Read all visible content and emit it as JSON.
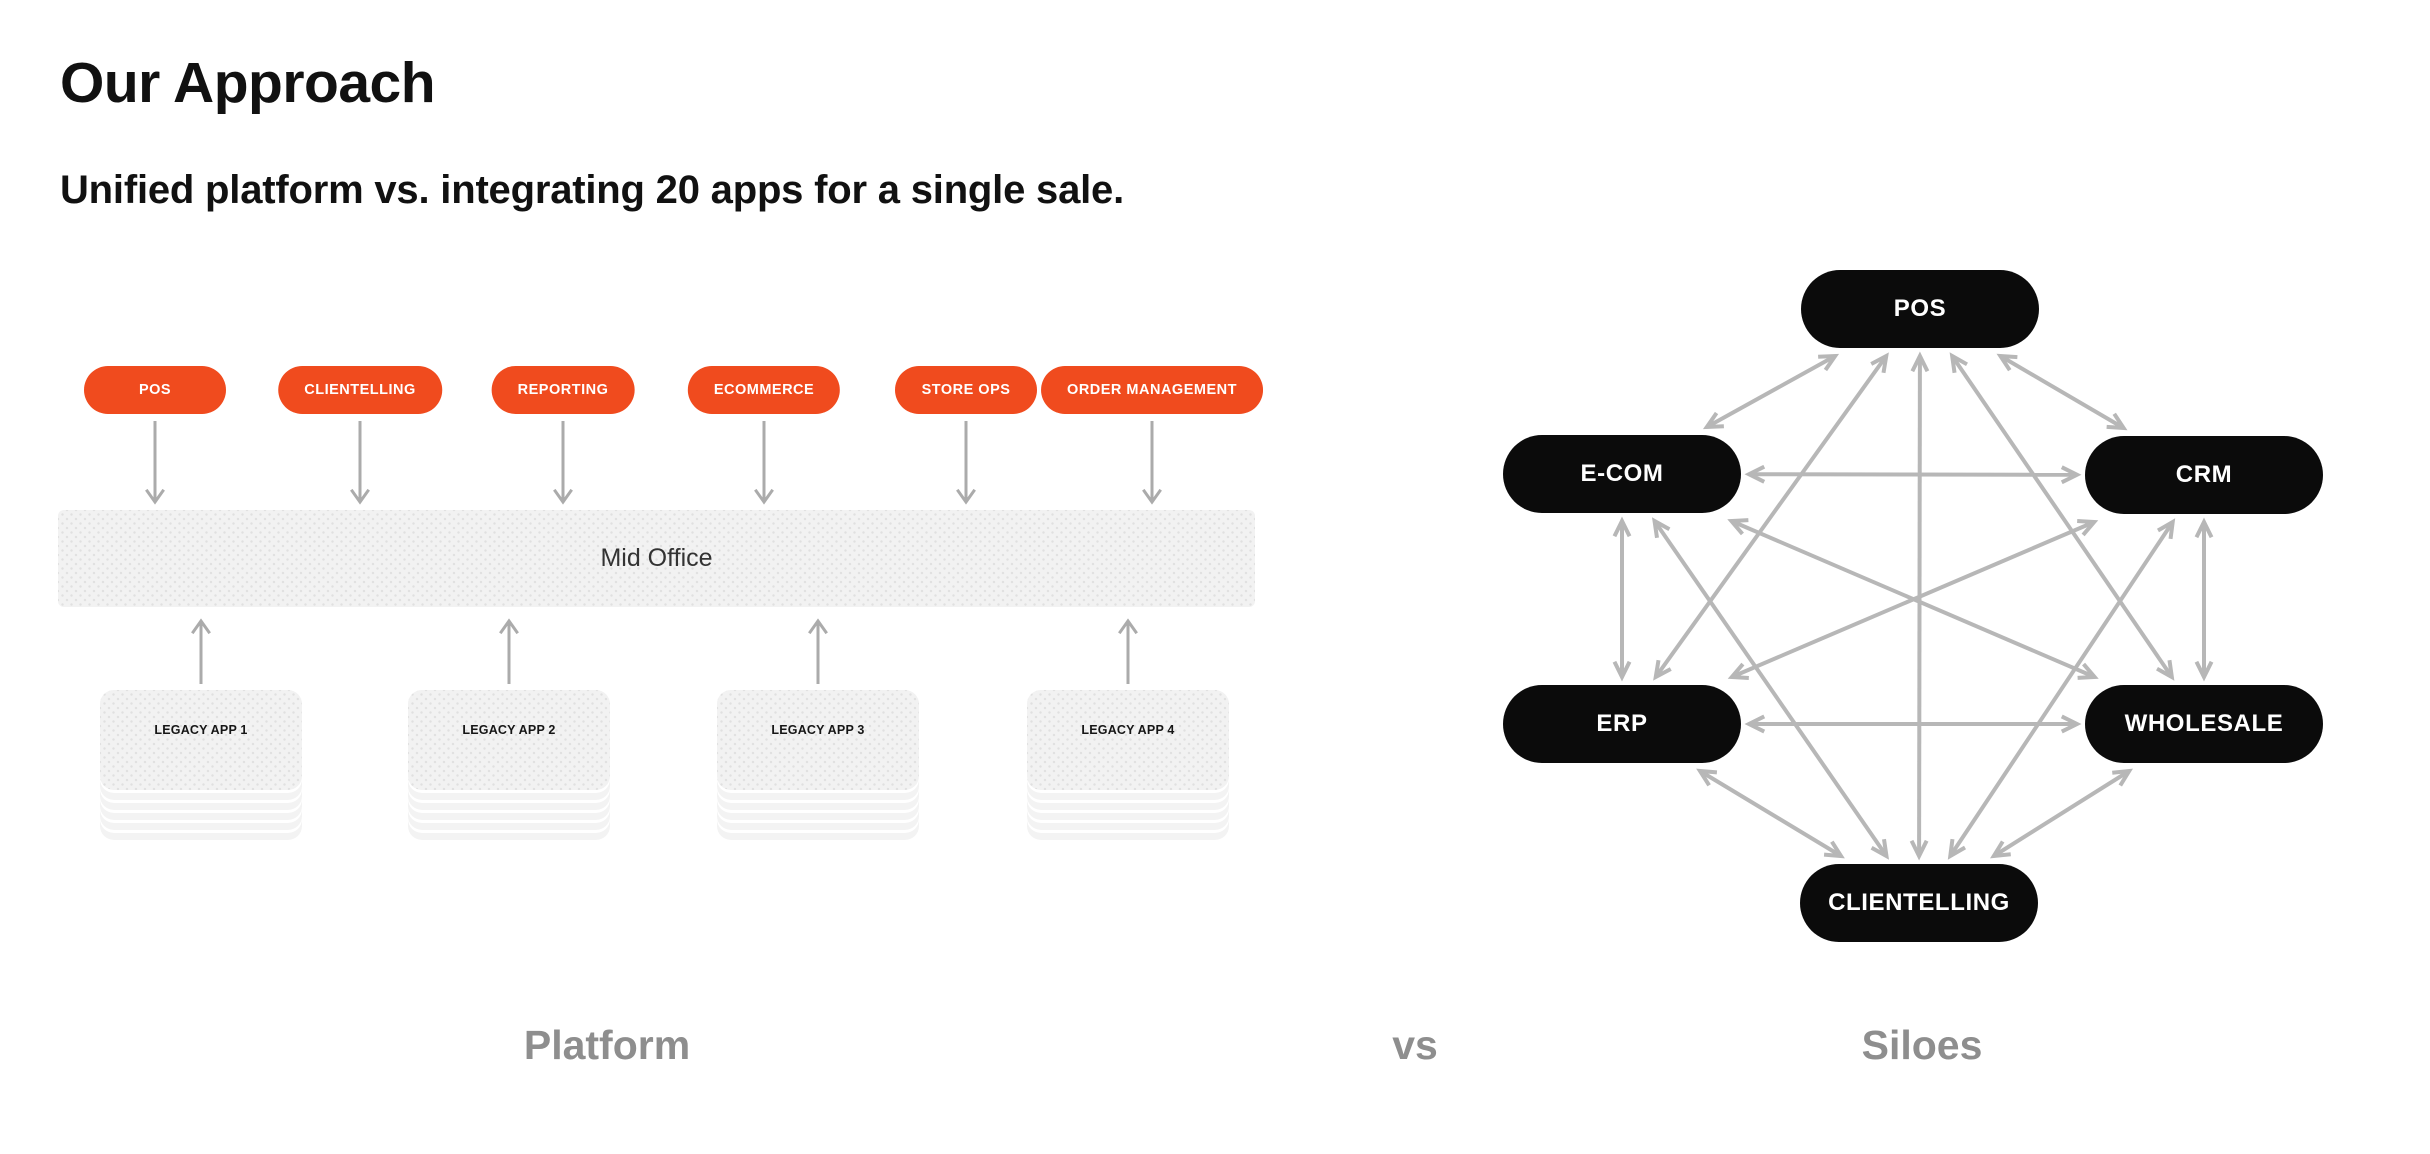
{
  "header": {
    "title": "Our Approach",
    "subtitle": "Unified platform vs. integrating 20 apps for a single sale."
  },
  "platform_diagram": {
    "apps": [
      "POS",
      "CLIENTELLING",
      "REPORTING",
      "ECOMMERCE",
      "STORE OPS",
      "ORDER MANAGEMENT"
    ],
    "mid_office_label": "Mid Office",
    "legacy_apps": [
      "LEGACY APP 1",
      "LEGACY APP 2",
      "LEGACY APP 3",
      "LEGACY APP 4"
    ]
  },
  "siloes_diagram": {
    "nodes": {
      "pos": "POS",
      "ecom": "E-COM",
      "crm": "CRM",
      "erp": "ERP",
      "wholesale": "WHOLESALE",
      "clientelling": "CLIENTELLING"
    },
    "edges": [
      [
        "pos",
        "ecom"
      ],
      [
        "pos",
        "crm"
      ],
      [
        "pos",
        "erp"
      ],
      [
        "pos",
        "wholesale"
      ],
      [
        "pos",
        "clientelling"
      ],
      [
        "ecom",
        "crm"
      ],
      [
        "ecom",
        "erp"
      ],
      [
        "ecom",
        "wholesale"
      ],
      [
        "ecom",
        "clientelling"
      ],
      [
        "crm",
        "erp"
      ],
      [
        "crm",
        "wholesale"
      ],
      [
        "crm",
        "clientelling"
      ],
      [
        "erp",
        "wholesale"
      ],
      [
        "erp",
        "clientelling"
      ],
      [
        "wholesale",
        "clientelling"
      ]
    ]
  },
  "footer": {
    "platform_label": "Platform",
    "vs_label": "vs",
    "siloes_label": "Siloes"
  },
  "colors": {
    "accent_orange": "#F04B1E",
    "node_black": "#0B0B0B",
    "arrow_gray_left": "#ABABAB",
    "arrow_gray_network": "#B7B7B7",
    "panel_gray": "#F2F2F2",
    "footer_gray": "#8E8E8E",
    "title_black": "#111111"
  }
}
